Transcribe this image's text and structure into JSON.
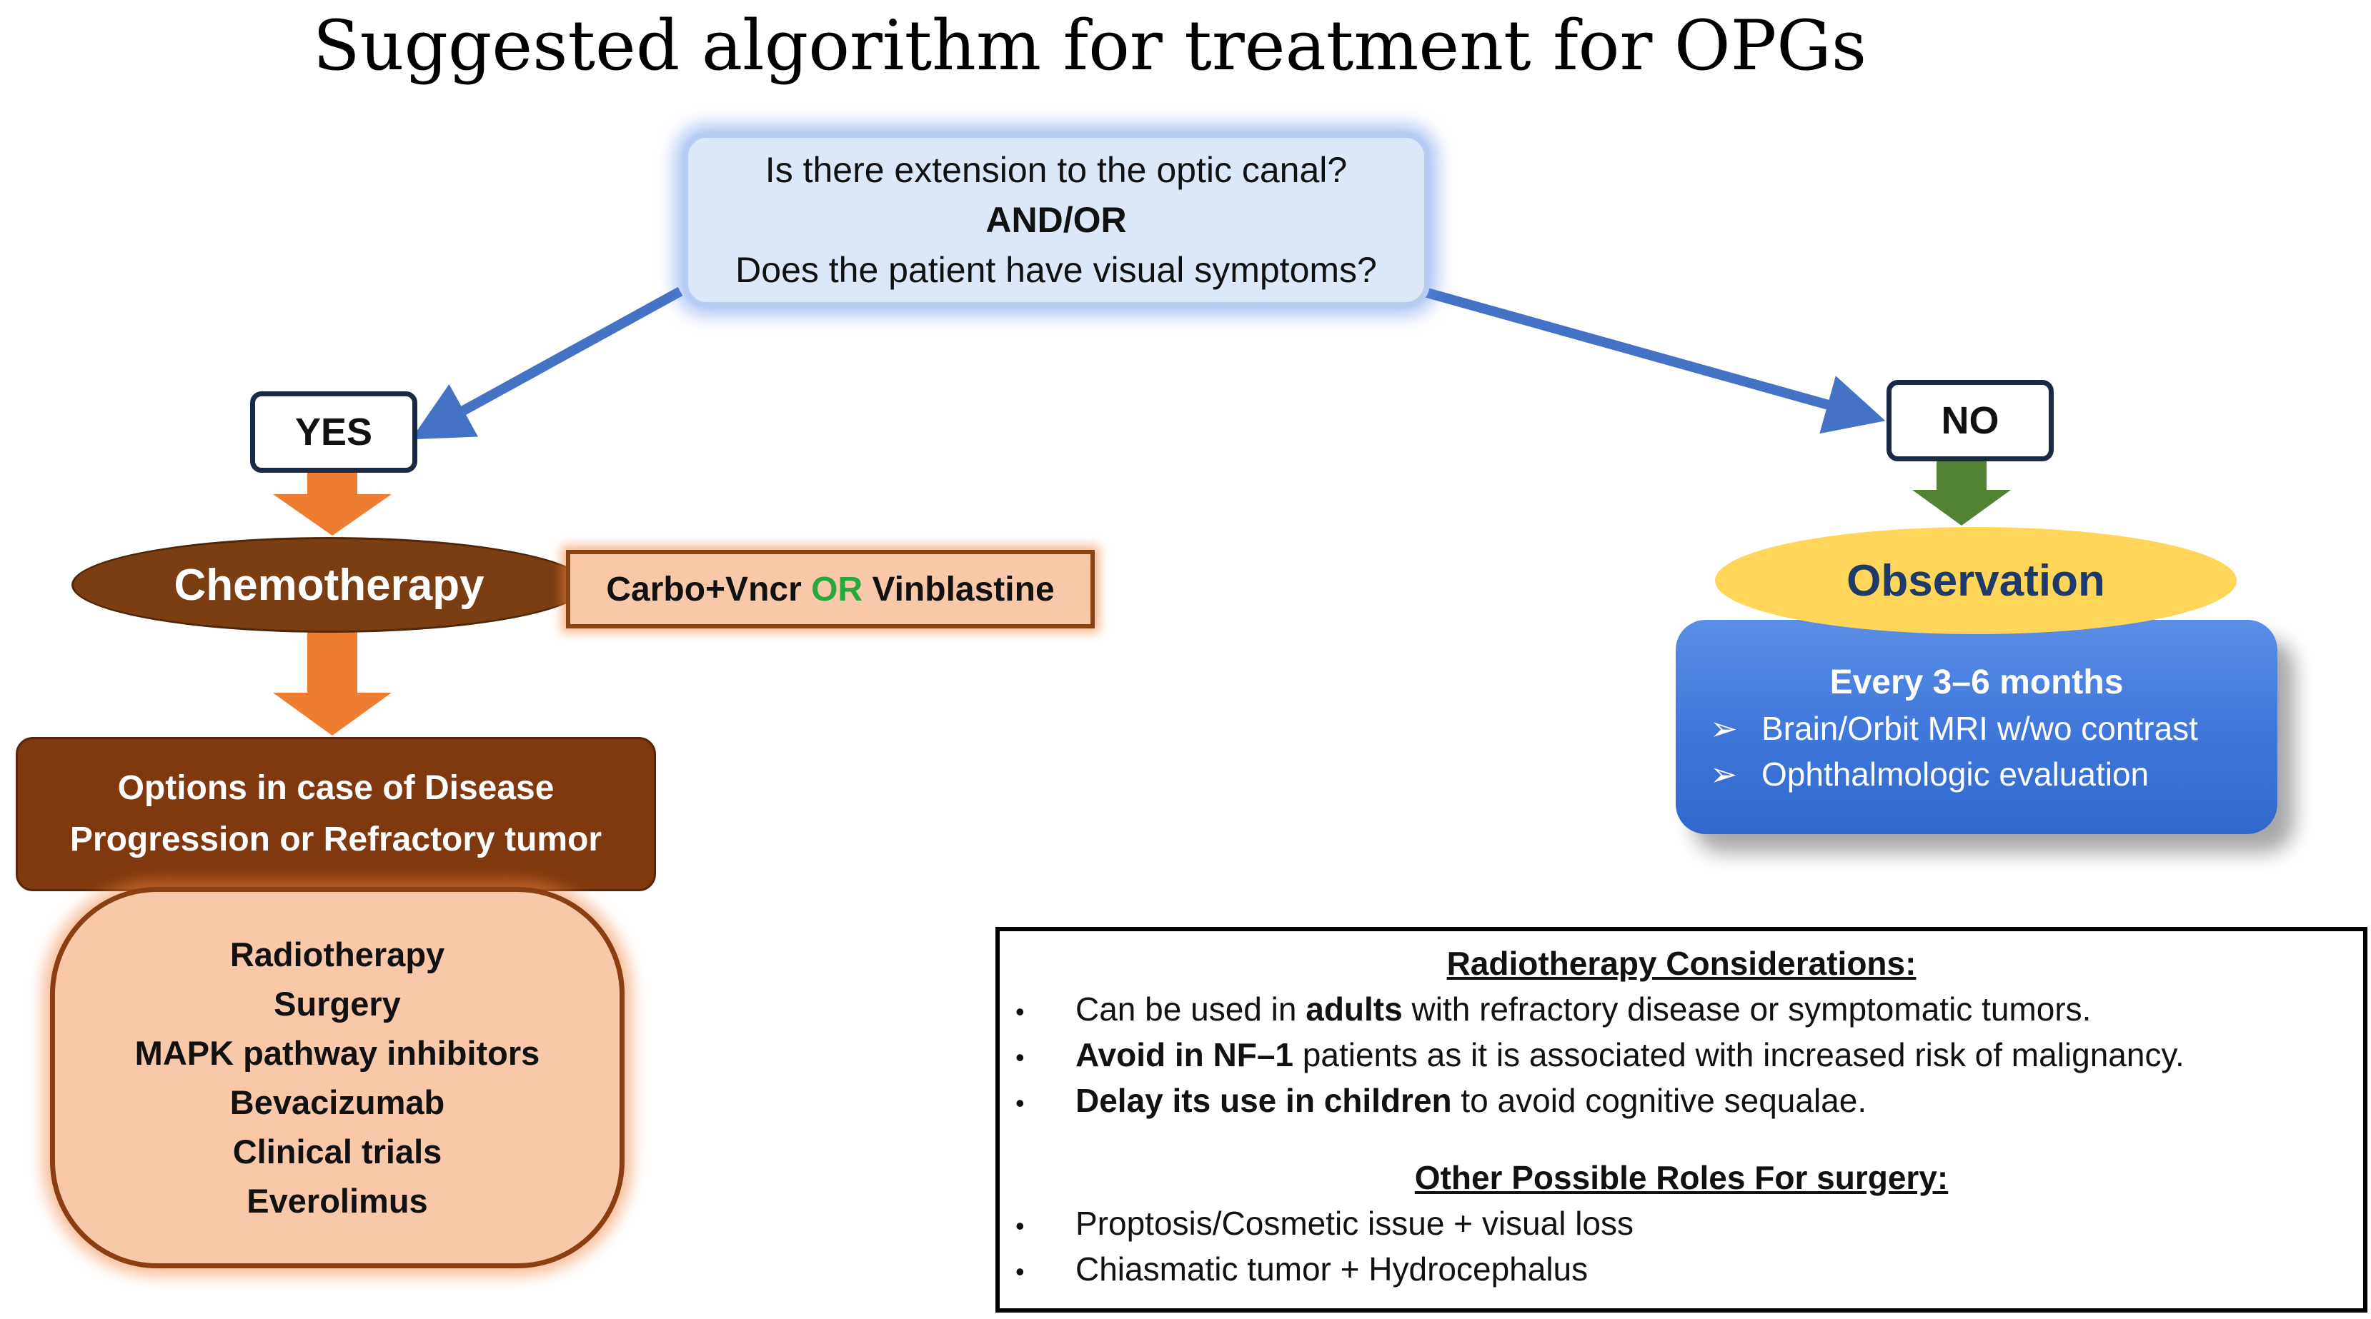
{
  "title": "Suggested algorithm for treatment for OPGs",
  "question": {
    "line1": "Is there extension to the optic canal?",
    "line2": "AND/OR",
    "line3": "Does the patient have visual symptoms?"
  },
  "yes_label": "YES",
  "no_label": "NO",
  "yes_branch": {
    "chemo_label": "Chemotherapy",
    "drug_part1": "Carbo+Vncr ",
    "drug_or": "OR",
    "drug_part2": " Vinblastine",
    "options_line1": "Options in case of Disease",
    "options_line2": "Progression or Refractory tumor",
    "options_list": [
      "Radiotherapy",
      "Surgery",
      "MAPK pathway inhibitors",
      "Bevacizumab",
      "Clinical trials",
      "Everolimus"
    ]
  },
  "no_branch": {
    "observation_label": "Observation",
    "frequency": "Every 3–6 months",
    "items": [
      "Brain/Orbit MRI w/wo contrast",
      "Ophthalmologic evaluation"
    ]
  },
  "considerations": {
    "radiotherapy_heading": "Radiotherapy Considerations:",
    "radiotherapy_bullets": [
      {
        "pre": "Can be used in ",
        "bold": "adults",
        "post": " with refractory disease or symptomatic tumors."
      },
      {
        "pre": "",
        "bold": "Avoid in NF–1",
        "post": " patients as it is associated with increased risk of malignancy."
      },
      {
        "pre": "",
        "bold": "Delay its use in children",
        "post": " to avoid cognitive sequalae."
      }
    ],
    "surgery_heading": "Other Possible Roles For surgery:",
    "surgery_bullets": [
      "Proptosis/Cosmetic issue + visual loss",
      "Chiasmatic tumor + Hydrocephalus"
    ]
  },
  "colors": {
    "blue_arrow": "#4472c4",
    "orange_arrow": "#ed7d31",
    "green_arrow": "#548235",
    "chemo_brown": "#7a3e12",
    "observation_yellow": "#ffd65a",
    "observation_blue": "#3c74d8"
  }
}
